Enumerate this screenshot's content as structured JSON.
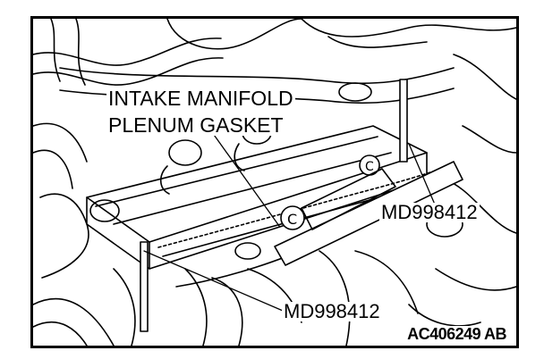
{
  "labels": {
    "part_line1": "INTAKE MANIFOLD",
    "part_line2": "PLENUM GASKET",
    "tool_right": "MD998412",
    "tool_left": "MD998412",
    "figure_code": "AC406249 AB"
  },
  "colors": {
    "ink": "#000000",
    "paper": "#ffffff"
  }
}
